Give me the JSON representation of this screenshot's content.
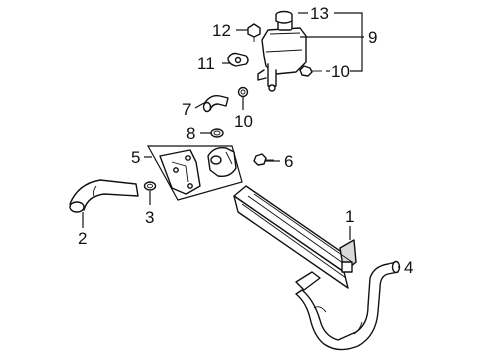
{
  "diagram": {
    "callouts": [
      {
        "id": "c1",
        "label": "1"
      },
      {
        "id": "c2",
        "label": "2"
      },
      {
        "id": "c3",
        "label": "3"
      },
      {
        "id": "c4",
        "label": "4"
      },
      {
        "id": "c5",
        "label": "5"
      },
      {
        "id": "c6",
        "label": "6"
      },
      {
        "id": "c7",
        "label": "7"
      },
      {
        "id": "c8",
        "label": "8"
      },
      {
        "id": "c9",
        "label": "9"
      },
      {
        "id": "c10a",
        "label": "10"
      },
      {
        "id": "c10b",
        "label": "10"
      },
      {
        "id": "c11",
        "label": "11"
      },
      {
        "id": "c12",
        "label": "12"
      },
      {
        "id": "c13",
        "label": "13"
      }
    ]
  }
}
